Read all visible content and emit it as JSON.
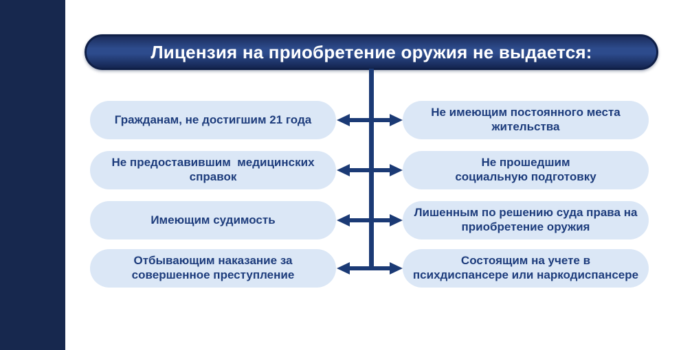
{
  "colors": {
    "background": "#ffffff",
    "sidebar": "#17284e",
    "banner_top": "#1b2d5c",
    "banner_mid": "#2d4b8c",
    "banner_bottom": "#142551",
    "banner_border": "#0f1f47",
    "banner_text": "#ffffff",
    "box_bg": "#dbe7f6",
    "box_text": "#1d3c7c",
    "connector": "#1b3a75"
  },
  "banner": {
    "title": "Лицензия на приобретение оружия не выдается:"
  },
  "diagram": {
    "connector_icon": "double-headed-arrow",
    "rows": [
      {
        "left": "Гражданам, не достигшим 21 года",
        "right": "Не имеющим постоянного места\nжительства"
      },
      {
        "left": "Не предоставившим  медицинских\nсправок",
        "right": "Не прошедшим\nсоциальную подготовку"
      },
      {
        "left": "Имеющим судимость",
        "right": "Лишенным по решению суда права на\nприобретение оружия"
      },
      {
        "left": "Отбывающим наказание за\nсовершенное преступление",
        "right": "Состоящим на учете в\nпсихдиспансере или наркодиспансере"
      }
    ]
  }
}
